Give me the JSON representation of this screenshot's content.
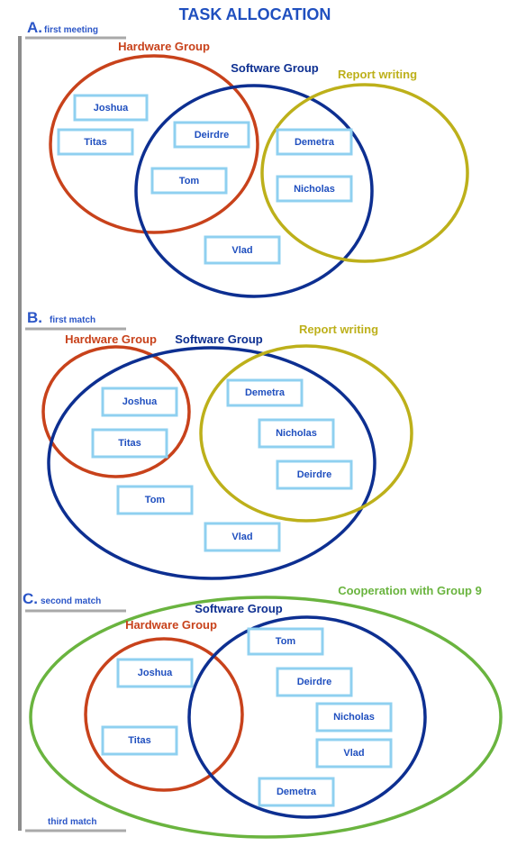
{
  "title": "TASK ALLOCATION",
  "colors": {
    "hardware": "#c8421b",
    "software": "#0d2f91",
    "report": "#bdb01a",
    "cooperation": "#6ab43f",
    "member_border": "#8fd0f0",
    "text_blue": "#1f4fbf"
  },
  "sections": [
    {
      "letter": "A.",
      "subtitle": "first meeting",
      "groups": [
        {
          "key": "hardware",
          "label": "Hardware Group"
        },
        {
          "key": "software",
          "label": "Software Group"
        },
        {
          "key": "report",
          "label": "Report writing"
        }
      ],
      "members": [
        "Joshua",
        "Titas",
        "Deirdre",
        "Tom",
        "Demetra",
        "Nicholas",
        "Vlad"
      ]
    },
    {
      "letter": "B.",
      "subtitle": "first match",
      "groups": [
        {
          "key": "hardware",
          "label": "Hardware Group"
        },
        {
          "key": "software",
          "label": "Software Group"
        },
        {
          "key": "report",
          "label": "Report writing"
        }
      ],
      "members": [
        "Demetra",
        "Joshua",
        "Nicholas",
        "Titas",
        "Deirdre",
        "Tom",
        "Vlad"
      ]
    },
    {
      "letter": "C.",
      "subtitle": "second match",
      "groups": [
        {
          "key": "cooperation",
          "label": "Cooperation with Group 9"
        },
        {
          "key": "software",
          "label": "Software Group"
        },
        {
          "key": "hardware",
          "label": "Hardware Group"
        }
      ],
      "members": [
        "Tom",
        "Joshua",
        "Deirdre",
        "Nicholas",
        "Titas",
        "Vlad",
        "Demetra"
      ]
    }
  ],
  "footer": "third match"
}
